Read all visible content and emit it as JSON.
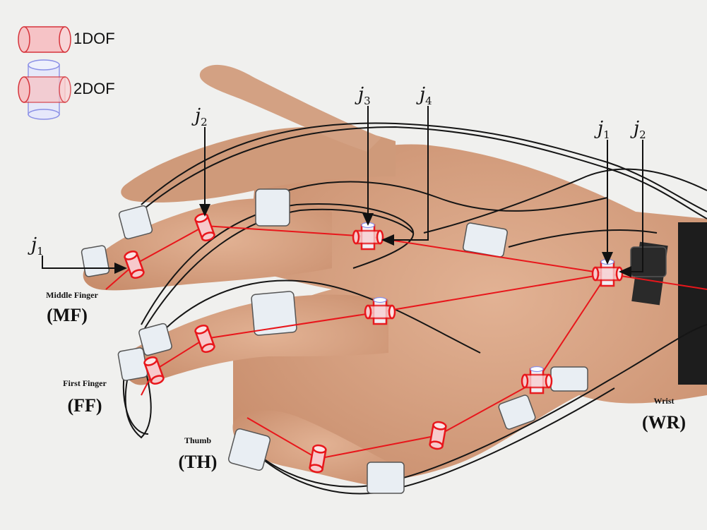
{
  "legend": {
    "one_dof": "1DOF",
    "two_dof": "2DOF"
  },
  "fingers": {
    "middle": {
      "name": "Middle Finger",
      "abbr": "(MF)"
    },
    "first": {
      "name": "First Finger",
      "abbr": "(FF)"
    },
    "thumb": {
      "name": "Thumb",
      "abbr": "(TH)"
    },
    "wrist": {
      "name": "Wrist",
      "abbr": "(WR)"
    }
  },
  "joint_labels": {
    "symbol": "j",
    "j1": "1",
    "j2": "2",
    "j3": "3",
    "j4": "4"
  },
  "colors": {
    "joint_line": "#e8161b",
    "joint_fill": "#f7c9cb",
    "two_dof_blue": "#8a8fe6",
    "skin": "#d9a584",
    "cable": "#151515",
    "sensor_body": "#e9eef3"
  }
}
